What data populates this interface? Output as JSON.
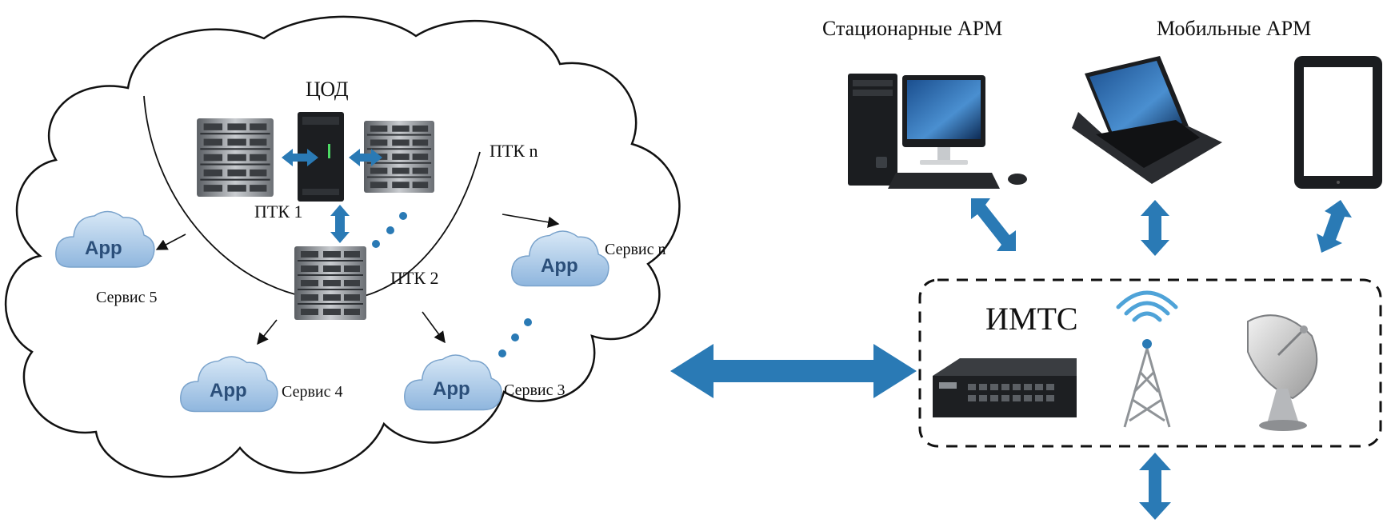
{
  "colors": {
    "arrow": "#2a7ab5",
    "arrow_light": "#4fa3d8",
    "outline": "#111111",
    "app_cloud": "#a9c9e8",
    "app_text": "#2b4f7a"
  },
  "datacenter": {
    "title": "ЦОД",
    "ptk1": "ПТК 1",
    "ptk2": "ПТК 2",
    "ptkn": "ПТК n"
  },
  "services": [
    {
      "app": "App",
      "label": "Сервис 5",
      "icon": "app-cloud-icon"
    },
    {
      "app": "App",
      "label": "Сервис 4",
      "icon": "app-cloud-icon"
    },
    {
      "app": "App",
      "label": "Сервис 3",
      "icon": "app-cloud-icon"
    },
    {
      "app": "App",
      "label": "Сервис n",
      "icon": "app-cloud-icon"
    }
  ],
  "workstations": {
    "stationary": "Стационарные АРМ",
    "mobile": "Мобильные АРМ",
    "icons": [
      "desktop-computer-icon",
      "laptop-icon",
      "tablet-icon"
    ]
  },
  "network": {
    "title": "ИМТС",
    "icons": [
      "network-switch-icon",
      "radio-tower-icon",
      "satellite-dish-icon"
    ]
  }
}
